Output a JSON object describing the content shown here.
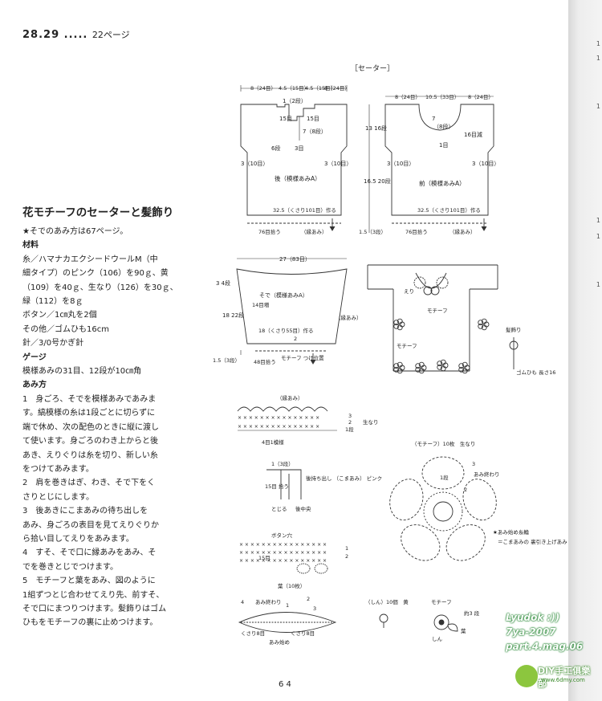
{
  "header": {
    "number": "28.29",
    "dots": ".....",
    "page_ref": "22ページ"
  },
  "title": "花モチーフのセーターと髪飾り",
  "body_lines": [
    {
      "t": "★そでのあみ方は67ページ。",
      "b": false
    },
    {
      "t": "材料",
      "b": true
    },
    {
      "t": "糸／ハマナカエクシードウールM（中",
      "b": false
    },
    {
      "t": "細タイプ）のピンク（106）を90ｇ、黄",
      "b": false
    },
    {
      "t": "（109）を40ｇ、生なり（126）を30ｇ、",
      "b": false
    },
    {
      "t": "緑（112）を8ｇ",
      "b": false
    },
    {
      "t": "ボタン／1㎝丸を2個",
      "b": false
    },
    {
      "t": "その他／ゴムひも16cm",
      "b": false
    },
    {
      "t": "針／3/0号かぎ針",
      "b": false
    },
    {
      "t": "ゲージ",
      "b": true
    },
    {
      "t": "模様あみの31目、12段が10㎝角",
      "b": false
    },
    {
      "t": "あみ方",
      "b": true
    },
    {
      "t": "1　身ごろ、そでを模様あみであみま",
      "b": false
    },
    {
      "t": "す。縞模様の糸は1段ごとに切らずに",
      "b": false
    },
    {
      "t": "端で休め、次の配色のときに縦に渡し",
      "b": false
    },
    {
      "t": "て使います。身ごろのわき上からと後",
      "b": false
    },
    {
      "t": "あき、えりぐりは糸を切り、新しい糸",
      "b": false
    },
    {
      "t": "をつけてあみます。",
      "b": false
    },
    {
      "t": "2　肩を巻きはぎ、わき、そで下をく",
      "b": false
    },
    {
      "t": "さりとじにします。",
      "b": false
    },
    {
      "t": "3　後あきにこまあみの待ち出しを",
      "b": false
    },
    {
      "t": "あみ、身ごろの表目を見てえりぐりか",
      "b": false
    },
    {
      "t": "ら拾い目してえりをあみます。",
      "b": false
    },
    {
      "t": "4　すそ、そで口に縁あみをあみ、そ",
      "b": false
    },
    {
      "t": "でを巻きとじでつけます。",
      "b": false
    },
    {
      "t": "5　モチーフと葉をあみ、図のように",
      "b": false
    },
    {
      "t": "1組ずつとじ合わせてえり先、前すそ、",
      "b": false
    },
    {
      "t": "そで口にまつりつけます。髪飾りはゴム",
      "b": false
    },
    {
      "t": "ひもをモチーフの裏に止めつけます。",
      "b": false
    }
  ],
  "diagram": {
    "section": "［セーター］",
    "back": {
      "title": "後（模様あみA）",
      "top_widths": [
        "8（24目）",
        "4.5（15目）",
        "4.5（15目）",
        "8（24目）"
      ],
      "neck1": "1（2段）",
      "neck2": "15目",
      "neck3": "15目",
      "neck4": "7（8段）",
      "neck5": "6段",
      "neck6": "3目",
      "arm_l": "3（10目）",
      "arm_r": "3（10目）",
      "hem": "32.5（くさり101目）作る",
      "pick": "76目拾う",
      "edge": "（縁あみ）"
    },
    "heights": {
      "upper": "13\n16段",
      "lower": "16.5\n20段",
      "bottom": "1.5（3段）"
    },
    "front": {
      "title": "前（模様あみA）",
      "top_widths": [
        "8（24目）",
        "10.5（33目）",
        "8（24目）"
      ],
      "neck1": "7",
      "neck2": "（8段）",
      "neck3": "16目減",
      "neck4": "1目",
      "arm_l": "3（10目）",
      "arm_r": "3（10目）",
      "hem": "32.5（くさり101目）作る",
      "pick": "76目拾う",
      "edge": "（縁あみ）"
    },
    "sleeve": {
      "width": "27（83目）",
      "top_h": "3\n4段",
      "title": "そで（模様あみA）",
      "inc": "14目増",
      "h": "18\n22段",
      "cast": "18（くさり55目）作る",
      "two": "2",
      "edge": "（縁あみ）",
      "motif": "モチーフ\nつけ位置",
      "pick": "48目拾う",
      "bottom": "1.5（3段）"
    },
    "assembly": {
      "collar": "えり",
      "motif": "モチーフ",
      "motif2": "モチーフ",
      "hair": "髪飾り",
      "elastic": "ゴムひも\n長さ16"
    },
    "edging": {
      "title": "（縁あみ）",
      "repeat": "4目1模様",
      "rows": [
        "3",
        "2",
        "1段"
      ],
      "color": "生なり"
    },
    "flower": {
      "title": "（モチーフ）10枚　生なり",
      "row1": "1段",
      "end": "あみ終わり",
      "n3": "3",
      "n2": "2",
      "legend1": "★あみ始め糸輪",
      "legend2": "＝こまあみの\n裏引き上げあみ"
    },
    "placket": {
      "row": "1（3段）",
      "label1": "後持ち出し\n（こまあみ）\nピンク",
      "label2": "15目\n拾う",
      "close": "とじる",
      "center": "後中央"
    },
    "collar_chart": {
      "buttonhole": "ボタン穴",
      "row15": "15目",
      "top1": "1",
      "top2": "2"
    },
    "leaf": {
      "title": "葉（10枚）",
      "end": "あみ終わり",
      "n4": "4",
      "n2": "2",
      "n1": "1",
      "n3": "3",
      "left": "くさり8目",
      "right": "くさり8目",
      "start": "あみ始め"
    },
    "stamen": {
      "label": "（しん）10個　黄"
    },
    "small_motif": {
      "label": "モチーフ",
      "leaf": "葉",
      "shin": "しん",
      "rows": "約3\n段"
    }
  },
  "watermark": {
    "line1": "Lyudok :))",
    "line2": "7ya-2007",
    "line3": "part.4.mag.06",
    "logo": "DIY手工俱樂部",
    "site": "www.6dmy.com"
  },
  "page_number": "6 4",
  "edge_numbers": [
    "1",
    "1",
    "1",
    "1",
    "1",
    "1"
  ]
}
